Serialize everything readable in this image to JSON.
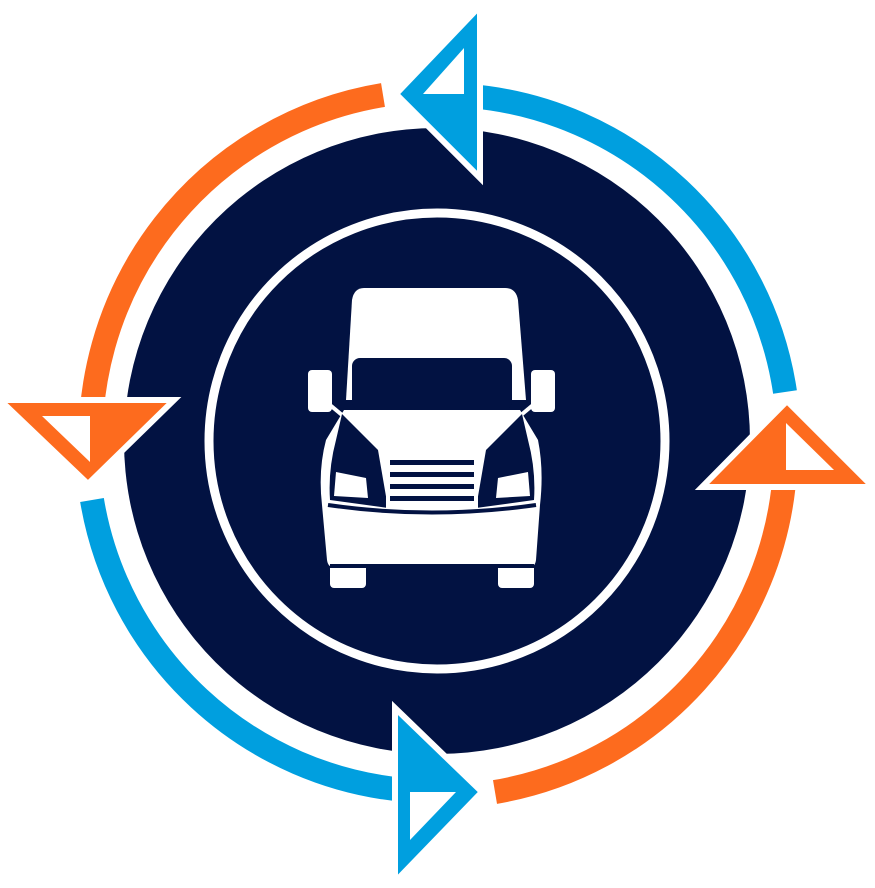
{
  "logo": {
    "icon": "truck-cycle-icon",
    "colors": {
      "navy": "#021242",
      "orange": "#fd6b1e",
      "blue": "#009fdf",
      "white": "#ffffff"
    },
    "arcs": [
      {
        "name": "top-left-arc",
        "color": "orange",
        "icon": "arrow-head-icon"
      },
      {
        "name": "top-right-arc",
        "color": "blue",
        "icon": "arrow-head-icon"
      },
      {
        "name": "bottom-right-arc",
        "color": "orange",
        "icon": "arrow-head-icon"
      },
      {
        "name": "bottom-left-arc",
        "color": "blue",
        "icon": "arrow-head-icon"
      }
    ],
    "truck": {
      "icon": "semi-truck-front-icon"
    }
  }
}
